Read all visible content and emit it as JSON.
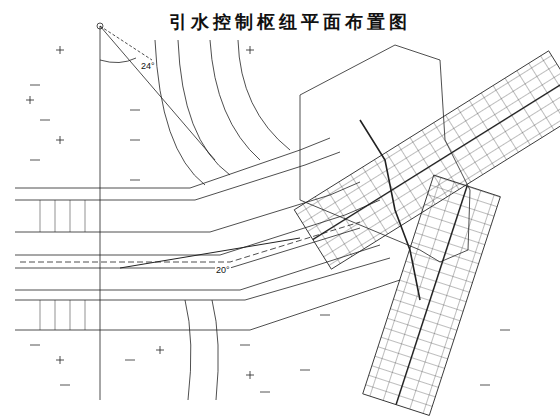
{
  "diagram": {
    "title": "引水控制枢纽平面布置图",
    "labels": [
      "24°",
      "20°"
    ]
  }
}
